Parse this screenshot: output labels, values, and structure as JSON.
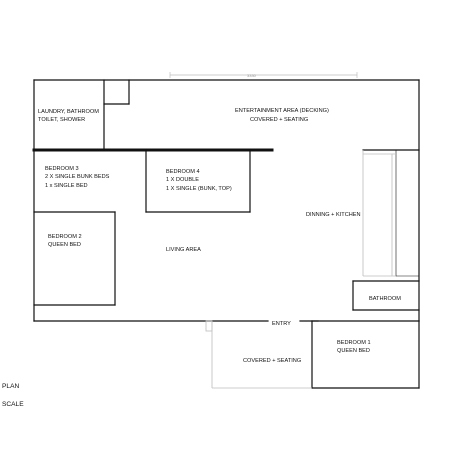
{
  "plan": {
    "dimension_top": "3330",
    "rooms": {
      "laundry": {
        "line1": "LAUNDRY, BATHROOM",
        "line2": "TOILET, SHOWER"
      },
      "entertainment": {
        "line1": "ENTERTAINMENT AREA (DECKING)",
        "line2": "COVERED + SEATING"
      },
      "bedroom3": {
        "line1": "BEDROOM 3",
        "line2": "2 X SINGLE BUNK BEDS",
        "line3": "1 x SINGLE BED"
      },
      "bedroom4": {
        "line1": "BEDROOM 4",
        "line2": "1 X DOUBLE",
        "line3": "1 X SINGLE (BUNK, TOP)"
      },
      "dining": {
        "line1": "DINNING + KITCHEN"
      },
      "bedroom2": {
        "line1": "BEDROOM 2",
        "line2": "QUEEN BED"
      },
      "living": {
        "line1": "LIVING AREA"
      },
      "bathroom": {
        "line1": "BATHROOM"
      },
      "entry": {
        "line1": "ENTRY"
      },
      "covered": {
        "line1": "COVERED + SEATING"
      },
      "bedroom1": {
        "line1": "BEDROOM 1",
        "line2": "QUEEN BED"
      }
    },
    "caption": {
      "plan": "PLAN",
      "scale": "SCALE"
    }
  }
}
